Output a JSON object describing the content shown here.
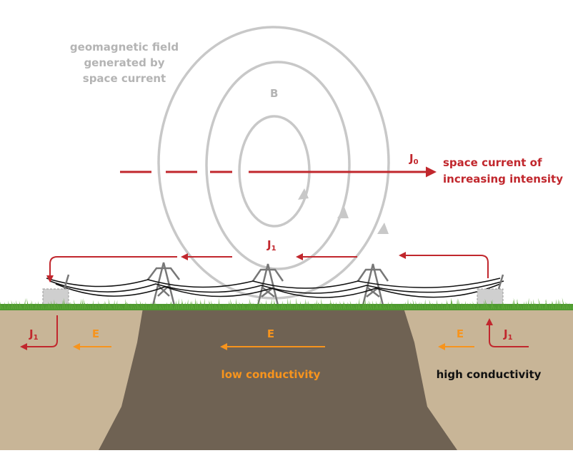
{
  "labels": {
    "field_line1": "geomagnetic field",
    "field_line2": "generated by",
    "field_line3": "space current",
    "b_symbol": "B",
    "j0_symbol": "J",
    "j0_sub": "0",
    "space_current_line1": "space current of",
    "space_current_line2": "increasing intensity",
    "j1_symbol": "J",
    "j1_sub": "1",
    "e_symbol": "E",
    "low_conductivity": "low conductivity",
    "high_conductivity": "high conductivity"
  },
  "colors": {
    "field_gray": "#c8c8c8",
    "current_red": "#c1272d",
    "field_orange": "#f7941d",
    "soil_light": "#c8b597",
    "soil_dark": "#6f6253",
    "grass": "#4e9a2f",
    "line_black": "#111111",
    "tower_gray": "#777777"
  }
}
